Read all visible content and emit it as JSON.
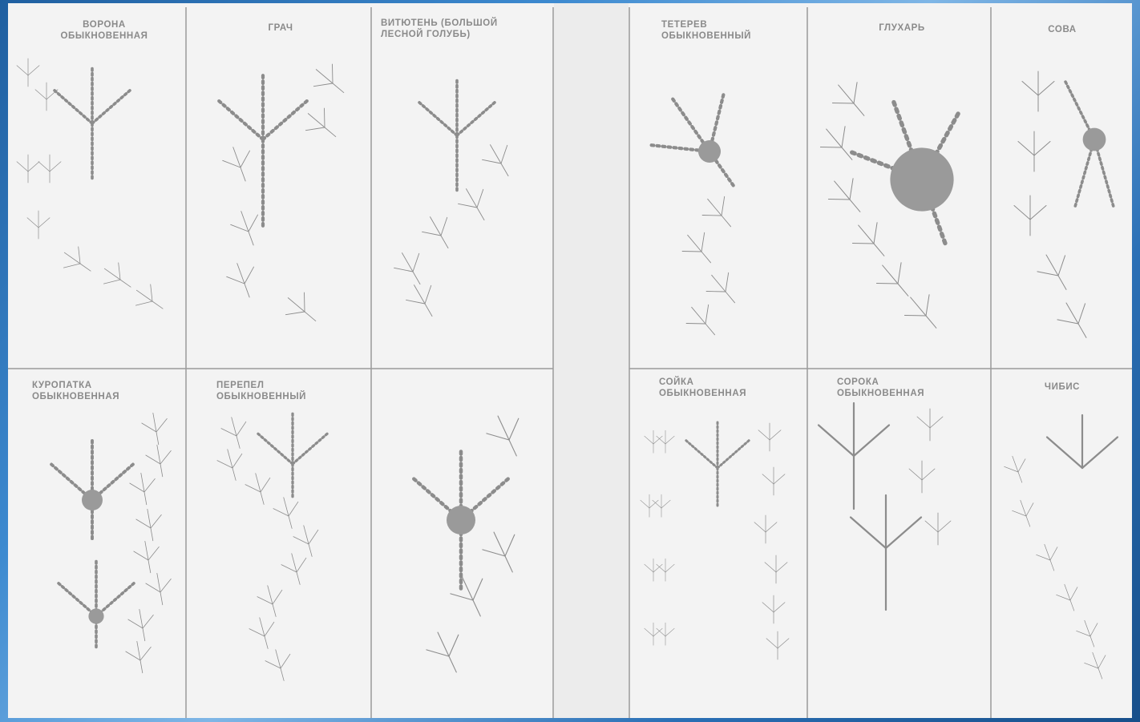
{
  "labels": {
    "crow": "ВОРОНА\nОБЫКНОВЕННАЯ",
    "rook": "ГРАЧ",
    "woodpigeon": "ВИТЮТЕНЬ (БОЛЬШОЙ\nЛЕСНОЙ ГОЛУБЬ)",
    "blackgrouse": "ТЕТЕРЕВ\nОБЫКНОВЕННЫЙ",
    "capercaillie": "ГЛУХАРЬ",
    "owl": "СОВА",
    "partridge": "КУРОПАТКА\nОБЫКНОВЕННАЯ",
    "quail": "ПЕРЕПЕЛ\nОБЫКНОВЕННЫЙ",
    "jay": "СОЙКА\nОБЫКНОВЕННАЯ",
    "magpie": "СОРОКА\nОБЫКНОВЕННАЯ",
    "lapwing": "ЧИБИС"
  }
}
